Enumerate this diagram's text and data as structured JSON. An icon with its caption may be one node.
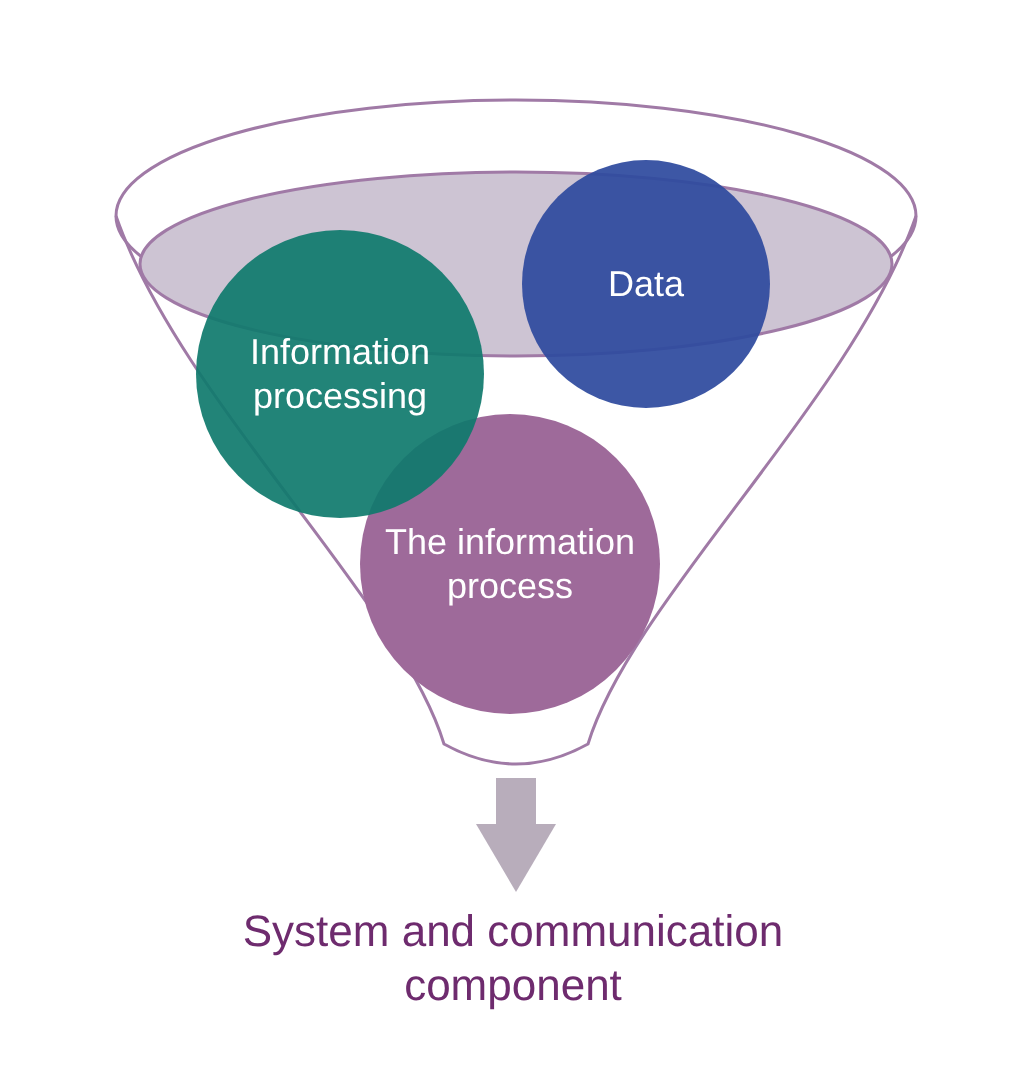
{
  "diagram": {
    "nodes": [
      {
        "text": [],
        "shape": "funnel"
      },
      {
        "text": [
          "Data"
        ],
        "in": 0
      },
      {
        "text": [
          "Information processing"
        ],
        "in": 0
      },
      {
        "text": [
          "The information process"
        ],
        "in": 0
      },
      {
        "text": [
          "System and communication component"
        ]
      }
    ],
    "edges": [
      {
        "from": 0,
        "to": 4,
        "arrow": "to",
        "color": "#b8adbb"
      }
    ]
  }
}
